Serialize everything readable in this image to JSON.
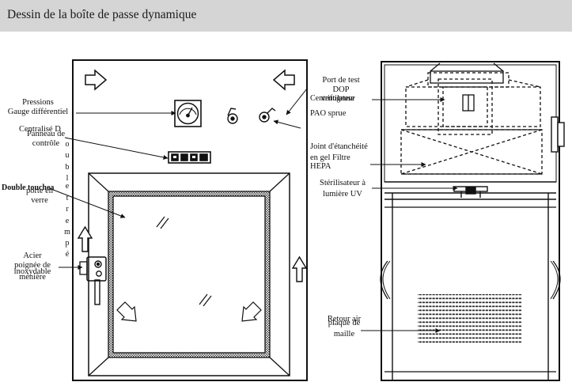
{
  "header": {
    "title": "Dessin de la boîte de passe dynamique"
  },
  "labels": {
    "pressure_gauge_1": "Pressions",
    "pressure_gauge_2": "Gauge différentiel",
    "centralized": "Centralisé",
    "centralized_end": "D",
    "control_panel_1": "Panneau de",
    "control_panel_2": "contrôle",
    "double_door": "Double touche",
    "double_door_end": "a",
    "glass_door_1": "porte en",
    "glass_door_2": "verre",
    "steel_1": "Acier",
    "handle_1": "poignée de",
    "handle_2": "ménière",
    "stainless": "inoxydable",
    "vertical_letters": [
      "o",
      "u",
      "b",
      "l",
      "e",
      "t",
      "r",
      "e",
      "m",
      "p",
      "é"
    ],
    "dop_port_1": "Port de test",
    "dop_port_2": "DOP",
    "centrifugal": "Centrifugeuse",
    "fan_overlap": "ventilateur",
    "pao_sprue": "PAO sprue",
    "gel_seal_1": "Joint d'étanchéité",
    "gel_seal_2": "en gel Filtre",
    "gel_seal_3": "HEPA",
    "uv_1": "Stérilisateur à",
    "uv_2": "lumière UV",
    "return_air": "Retour air",
    "mesh_plate_1": "plaque de",
    "mesh_plate_2": "maille"
  },
  "colors": {
    "title_bg": "#d5d5d5",
    "line": "#111111"
  }
}
